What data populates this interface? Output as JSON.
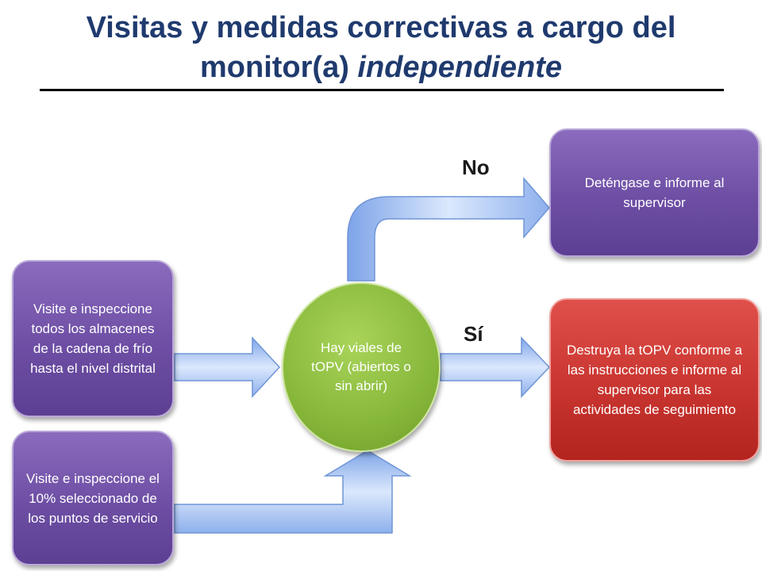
{
  "title": {
    "part1": "Visitas y medidas correctivas a cargo del monitor(a) ",
    "part2": "independiente"
  },
  "nodes": {
    "visit_all": "Visite e inspeccione todos los almacenes de la cadena de frío hasta el nivel distrital",
    "visit_10": "Visite e inspeccione el 10% seleccionado de los puntos de servicio",
    "decision": "Hay viales de tOPV (abiertos o sin abrir)",
    "stop": "Deténgase e informe al supervisor",
    "destroy": "Destruya la tOPV conforme a las instrucciones e informe al supervisor para las actividades de seguimiento"
  },
  "labels": {
    "no": "No",
    "yes": "Sí"
  },
  "colors": {
    "title": "#1f3a6e",
    "purple": "#6d4ea4",
    "red": "#c93530",
    "green": "#86b73a",
    "arrow": "#a9c6f5"
  }
}
